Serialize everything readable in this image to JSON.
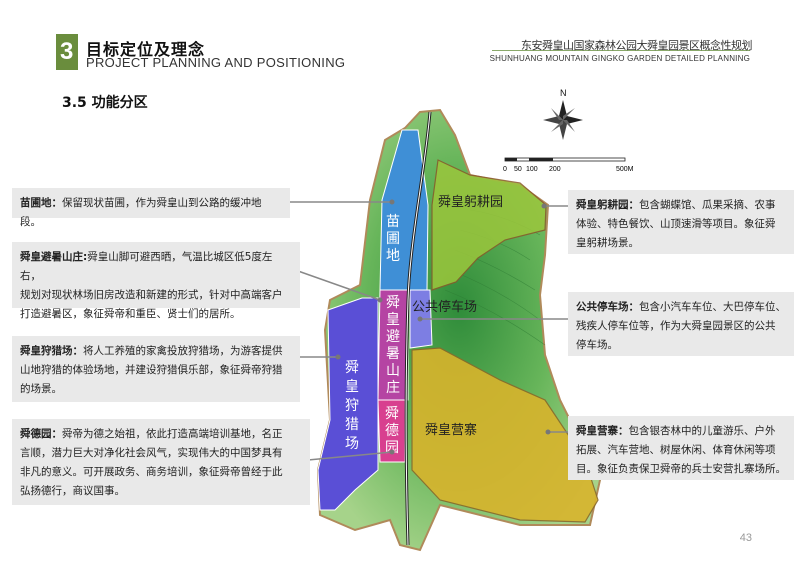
{
  "header": {
    "section_number": "3",
    "title_cn": "目标定位及理念",
    "title_en": "PROJECT PLANNING AND POSITIONING",
    "project_cn": "东安舜皇山国家森林公园大舜皇园景区概念性规划",
    "project_en": "SHUNHUANG MOUNTAIN GINGKO GARDEN DETAILED PLANNING"
  },
  "section_title": "3.5 功能分区",
  "compass": {
    "north_label": "N"
  },
  "scale_bar": {
    "ticks": [
      "0",
      "50",
      "100",
      "200",
      "500M"
    ]
  },
  "zones": {
    "miaopu": {
      "label_chars": [
        "苗",
        "圃",
        "地"
      ],
      "color": "#3f8fd6"
    },
    "bisu": {
      "label_chars": [
        "舜",
        "皇",
        "避",
        "暑",
        "山",
        "庄"
      ],
      "color": "#b544a3"
    },
    "shoulie": {
      "label_chars": [
        "舜",
        "皇",
        "狩",
        "猎",
        "场"
      ],
      "color": "#5a4fd6"
    },
    "shunde": {
      "label_chars": [
        "舜",
        "德",
        "园"
      ],
      "color": "#d8408f"
    },
    "gonggeng": {
      "label": "舜皇躬耕园",
      "color": "#9bc63c"
    },
    "tingche": {
      "label": "公共停车场",
      "color": "#7d7ee3"
    },
    "yingzhai": {
      "label": "舜皇营寨",
      "color": "#d8b42c"
    }
  },
  "descriptions": {
    "miaopu": {
      "name": "苗圃地：",
      "text": "保留现状苗圃，作为舜皇山到公路的缓冲地段。"
    },
    "bisu": {
      "name": "舜皇避暑山庄:",
      "lines": [
        "舜皇山脚可避西晒，气温比城区低5度左右，",
        "规划对现状林场旧房改造和新建的形式，针对中高端客户",
        "打造避暑区，象征舜帝和重臣、贤士们的居所。"
      ]
    },
    "shoulie": {
      "name": "舜皇狩猎场：",
      "lines": [
        "将人工养殖的家禽投放狩猎场，为游客提供",
        "山地狩猎的体验场地，并建设狩猎俱乐部，象征舜帝狩猎",
        "的场景。"
      ]
    },
    "shunde": {
      "name": "舜德园：",
      "lines": [
        "舜帝为德之始祖，依此打造高端培训基地，名正",
        "言顺，潜力巨大对净化社会风气，实现伟大的中国梦具有",
        "非凡的意义。可开展政务、商务培训，象征舜帝曾经于此",
        "弘扬德行，商议国事。"
      ]
    },
    "gonggeng": {
      "name": "舜皇躬耕园：",
      "lines": [
        "包含蝴蝶馆、瓜果采摘、农事",
        "体验、特色餐饮、山顶速滑等项目。象征舜",
        "皇躬耕场景。"
      ]
    },
    "tingche": {
      "name": "公共停车场：",
      "lines": [
        "包含小汽车车位、大巴停车位、",
        "残疾人停车位等，作为大舜皇园景区的公共",
        "停车场。"
      ]
    },
    "yingzhai": {
      "name": "舜皇营寨：",
      "lines": [
        "包含银杏林中的儿童游乐、户外",
        "拓展、汽车营地、树屋休闲、体育休闲等项",
        "目。象征负责保卫舜帝的兵士安营扎寨场所。"
      ]
    }
  },
  "page_number": "43"
}
